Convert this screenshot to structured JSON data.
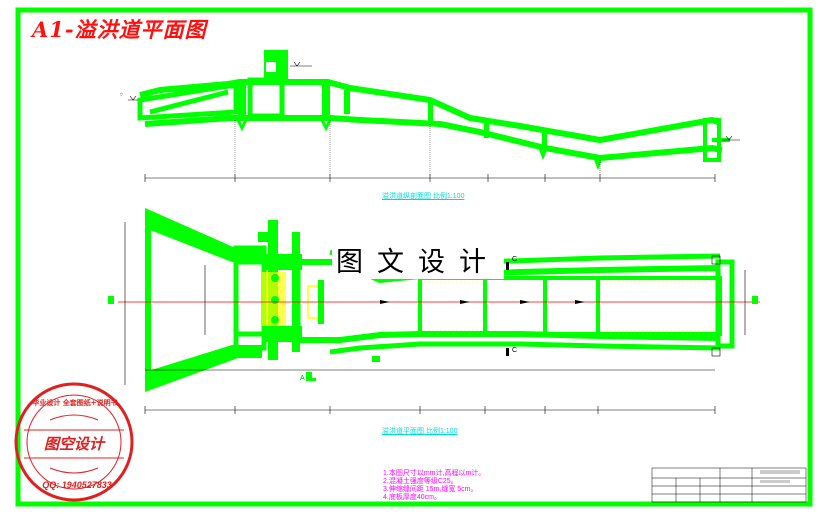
{
  "drawing": {
    "title": "A1-溢洪道平面图",
    "watermark": "图文设计",
    "profile_caption": "溢洪道纵剖面图  比例1:100",
    "plan_caption": "溢洪道平面图  比例1:100",
    "notes": [
      "1.本图尺寸以mm计,高程以m计。",
      "2.混凝土强度等级C25。",
      "3.伸缩缝间距 15m,缝宽 5cm。",
      "4.底板厚度40cm。"
    ],
    "section_mark_a": "A",
    "section_mark_c": "C",
    "stamp": {
      "ring_text": "毕业设计 全套图纸+说明书",
      "center_text": "图空设计",
      "qq": "QQ: 1940527833"
    }
  },
  "colors": {
    "frame": "#00ff00",
    "structure": "#00ff00",
    "title": "#ff1010",
    "centerline": "#ff0000",
    "caption": "#00d8d8",
    "notes": "#ff00ff",
    "dimension": "#000000",
    "highlight": "#ffff00",
    "stamp": "#e02020"
  }
}
